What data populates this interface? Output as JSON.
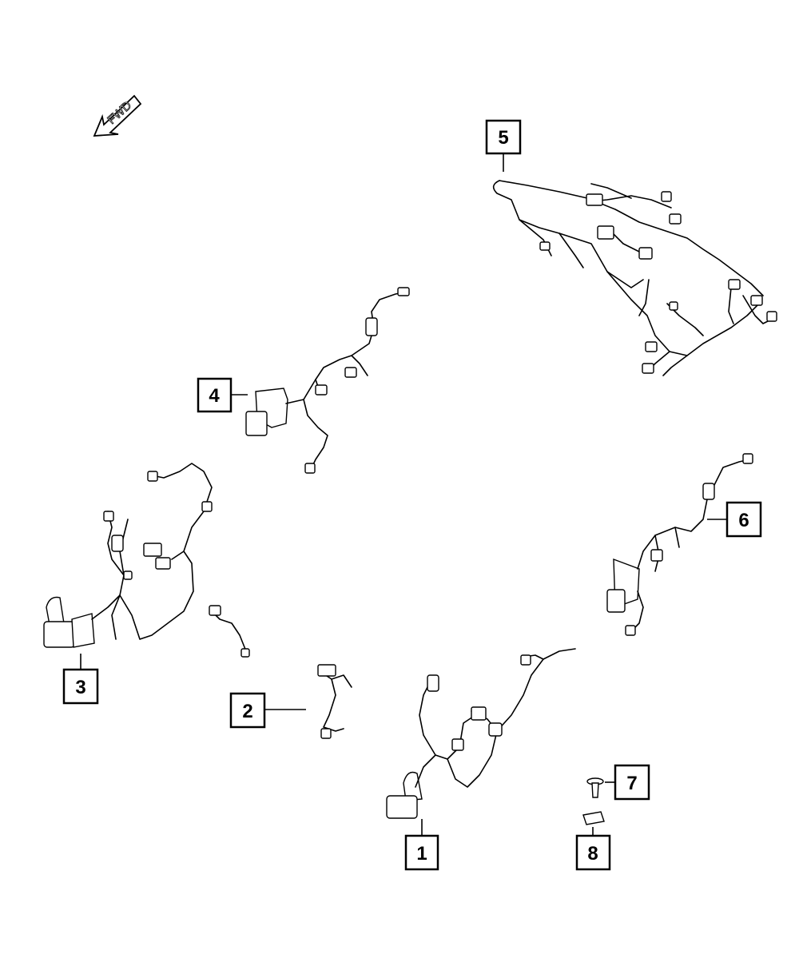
{
  "orientation": {
    "label": "FWD",
    "icon": "forward-arrow-icon"
  },
  "callouts": [
    {
      "id": "1",
      "label": "1"
    },
    {
      "id": "2",
      "label": "2"
    },
    {
      "id": "3",
      "label": "3"
    },
    {
      "id": "4",
      "label": "4"
    },
    {
      "id": "5",
      "label": "5"
    },
    {
      "id": "6",
      "label": "6"
    },
    {
      "id": "7",
      "label": "7"
    },
    {
      "id": "8",
      "label": "8"
    }
  ],
  "colors": {
    "line": "#000000",
    "background": "#ffffff"
  }
}
